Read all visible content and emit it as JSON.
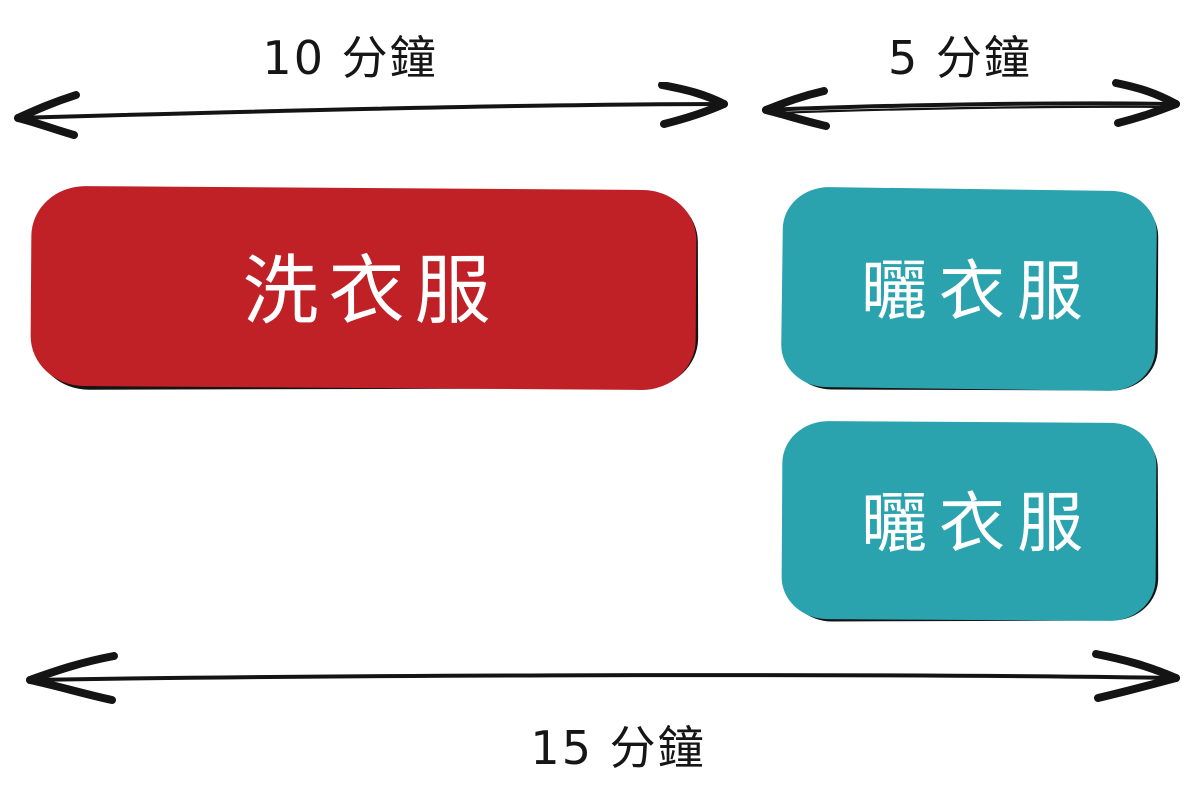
{
  "diagram": {
    "title": "laundry-task-timeline",
    "spans": {
      "wash": {
        "label": "10 分鐘",
        "minutes": 10
      },
      "dry": {
        "label": "5 分鐘",
        "minutes": 5
      },
      "total": {
        "label": "15 分鐘",
        "minutes": 15
      }
    },
    "tasks": [
      {
        "id": "wash-clothes",
        "label": "洗衣服",
        "fill": "#c02127"
      },
      {
        "id": "dry-clothes-1",
        "label": "曬衣服",
        "fill": "#2aa3af"
      },
      {
        "id": "dry-clothes-2",
        "label": "曬衣服",
        "fill": "#2aa3af"
      }
    ],
    "colors": {
      "ink": "#141414",
      "background": "#ffffff",
      "box_text": "#ffffff",
      "wash_red": "#c02127",
      "dry_teal": "#2aa3af"
    }
  }
}
